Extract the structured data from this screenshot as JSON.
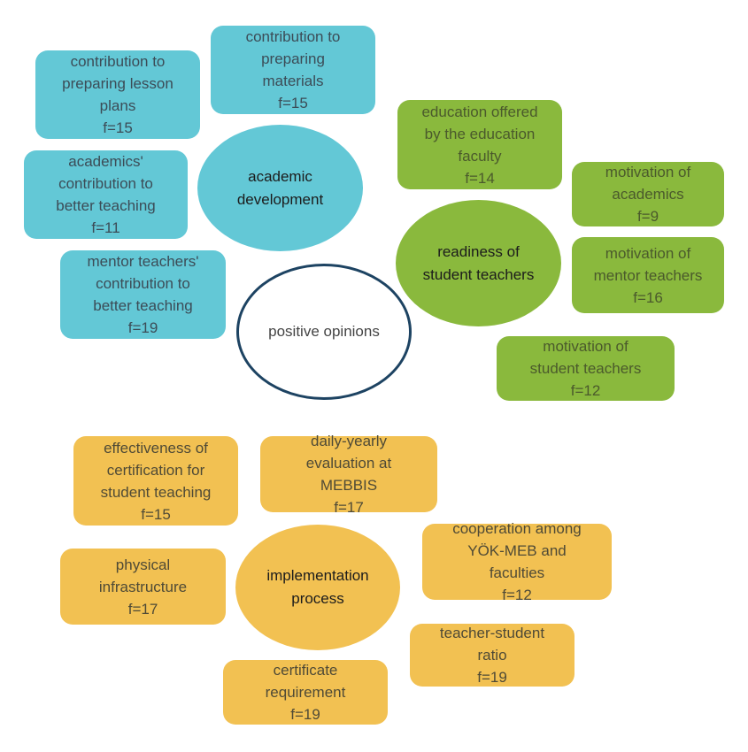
{
  "center": {
    "label": "positive opinions"
  },
  "hubs": {
    "academic": {
      "lines": [
        "academic",
        "development"
      ],
      "color": "#63c8d6"
    },
    "readiness": {
      "lines": [
        "readiness of",
        "student teachers"
      ],
      "color": "#8ab93d"
    },
    "implementation": {
      "lines": [
        "implementation",
        "process"
      ],
      "color": "#f2c152"
    }
  },
  "nodes": {
    "lesson_plans": {
      "lines": [
        "contribution to",
        "preparing lesson",
        "plans"
      ],
      "freq": "f=15"
    },
    "materials": {
      "lines": [
        "contribution to",
        "preparing",
        "materials"
      ],
      "freq": "f=15"
    },
    "academics_teaching": {
      "lines": [
        "academics'",
        "contribution to",
        "better teaching"
      ],
      "freq": "f=11"
    },
    "mentor_teaching": {
      "lines": [
        "mentor teachers'",
        "contribution to",
        "better teaching"
      ],
      "freq": "f=19"
    },
    "education_faculty": {
      "lines": [
        "education offered",
        "by the education",
        "faculty"
      ],
      "freq": "f=14"
    },
    "motivation_academics": {
      "lines": [
        "motivation of",
        "academics"
      ],
      "freq": "f=9"
    },
    "motivation_mentor": {
      "lines": [
        "motivation of",
        "mentor teachers"
      ],
      "freq": "f=16"
    },
    "motivation_student": {
      "lines": [
        "motivation of",
        "student teachers"
      ],
      "freq": "f=12"
    },
    "certification": {
      "lines": [
        "effectiveness of",
        "certification for",
        "student teaching"
      ],
      "freq": "f=15"
    },
    "mebbis": {
      "lines": [
        "daily-yearly",
        "evaluation at",
        "MEBBIS"
      ],
      "freq": "f=17"
    },
    "cooperation": {
      "lines": [
        "cooperation among",
        "YÖK-MEB and",
        "faculties"
      ],
      "freq": "f=12"
    },
    "infrastructure": {
      "lines": [
        "physical",
        "infrastructure"
      ],
      "freq": "f=17"
    },
    "ratio": {
      "lines": [
        "teacher-student",
        "ratio"
      ],
      "freq": "f=19"
    },
    "certificate": {
      "lines": [
        "certificate",
        "requirement"
      ],
      "freq": "f=19"
    }
  }
}
